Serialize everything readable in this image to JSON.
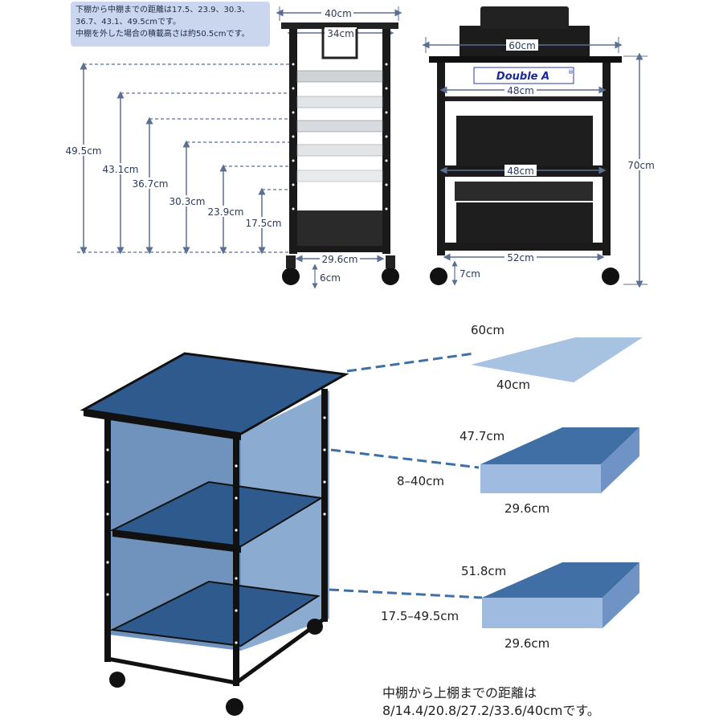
{
  "note": {
    "line1": "下棚から中棚までの距離は17.5、23.9、30.3、",
    "line2": "36.7、43.1、49.5cmです。",
    "line3": "中棚を外した場合の積載高さは約50.5cmです。"
  },
  "side_view": {
    "width_top": "40cm",
    "width_inner": "34cm",
    "heights": [
      "49.5cm",
      "43.1cm",
      "36.7cm",
      "30.3cm",
      "23.9cm",
      "17.5cm"
    ],
    "bottom_width": "29.6cm",
    "caster_height": "6cm"
  },
  "front_view": {
    "top_width": "60cm",
    "brand_logo": "Double A",
    "brand_mark": "®",
    "shelf_width_upper": "48cm",
    "shelf_width_middle": "48cm",
    "total_height": "70cm",
    "bottom_width": "52cm",
    "caster_height": "7cm"
  },
  "shelf_specs": {
    "top": {
      "depth": "60cm",
      "width": "40cm"
    },
    "middle": {
      "depth": "47.7cm",
      "height": "8–40cm",
      "width": "29.6cm"
    },
    "bottom": {
      "depth": "51.8cm",
      "height": "17.5–49.5cm",
      "width": "29.6cm"
    }
  },
  "bottom_note": {
    "line1": "中棚から上棚までの距離は",
    "line2": "8/14.4/20.8/27.2/33.6/40cmです。"
  },
  "colors": {
    "frame": "#1a1a1a",
    "shelf_blue": "#3f6fa5",
    "panel_blue": "#5a88bd",
    "light_blue": "#9fbbdf",
    "dim_line": "#5b6f94"
  }
}
